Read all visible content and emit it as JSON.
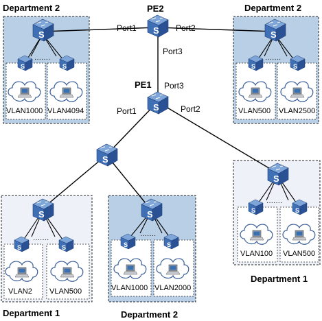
{
  "colors": {
    "dept_fill": "#b8cfe6",
    "dept_fill_light": "#eef2f8",
    "switch_front": "#3f6fb5",
    "switch_top": "#7fa6d8",
    "switch_side": "#2a5193",
    "line": "#000000"
  },
  "top_left": {
    "dept_label": "Department 2",
    "vlans": [
      "VLAN1000",
      "VLAN4094"
    ]
  },
  "top_right": {
    "dept_label": "Department 2",
    "vlans": [
      "VLAN500",
      "VLAN2500"
    ]
  },
  "pe2": {
    "label": "PE2",
    "ports": [
      "Port1",
      "Port2",
      "Port3"
    ]
  },
  "pe1": {
    "label": "PE1",
    "ports": [
      "Port3",
      "Port1",
      "Port2"
    ]
  },
  "bottom_left": {
    "dept_label": "Department 1",
    "vlans": [
      "VLAN2",
      "VLAN500"
    ]
  },
  "bottom_mid": {
    "dept_label": "Department 2",
    "vlans": [
      "VLAN1000",
      "VLAN2000"
    ]
  },
  "right_mid": {
    "dept_label": "Department 1",
    "vlans": [
      "VLAN100",
      "VLAN500"
    ]
  }
}
